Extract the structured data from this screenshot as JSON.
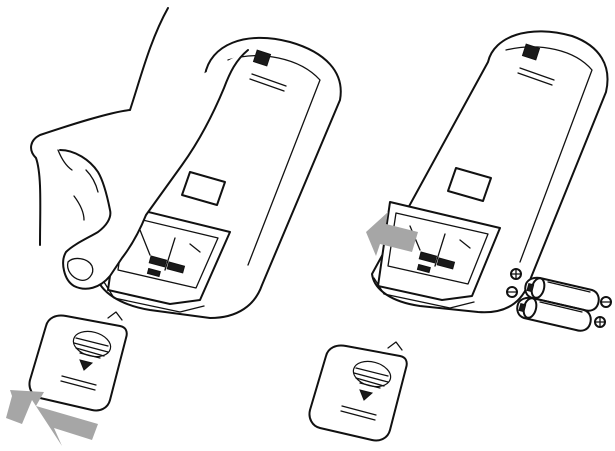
{
  "colors": {
    "line": "#111111",
    "fill": "#ffffff",
    "arrow": "#a6a6a6"
  },
  "steps": [
    {
      "action": "remove-battery-cover",
      "arrow": "slide-down-left"
    },
    {
      "action": "insert-batteries",
      "arrow": "slide-up-left",
      "battery_count": 2,
      "polarity_marks": [
        "+",
        "-",
        "+",
        "-"
      ]
    }
  ]
}
